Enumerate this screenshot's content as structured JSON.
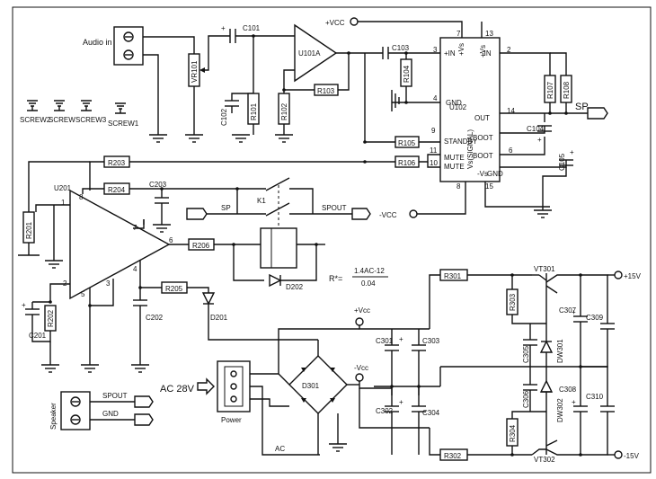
{
  "inputs": {
    "audio_in": "Audio in"
  },
  "screws": [
    "SCREW2",
    "SCREW",
    "SCREW3",
    "SCREW1"
  ],
  "rails": {
    "pos_vcc": "+VCC",
    "neg_vcc": "-VCC",
    "pos_vcc_small": "+Vcc",
    "neg_vcc_small": "-Vcc",
    "pos15": "+15V",
    "neg15": "-15V"
  },
  "parts": {
    "vr101": "VR101",
    "c101": "C101",
    "u101a": "U101A",
    "c102": "C102",
    "r101": "R101",
    "r102": "R102",
    "r103": "R103",
    "c103": "C103",
    "r104": "R104",
    "u102": "U102",
    "r105": "R105",
    "r106": "R106",
    "r107": "R107",
    "r108": "R108",
    "c104": "C104",
    "c105": "C105",
    "u201": "U201",
    "r201": "R201",
    "r202": "R202",
    "c201": "C201",
    "r203": "R203",
    "r204": "R204",
    "c203": "C203",
    "r205": "R205",
    "c202": "C202",
    "r206": "R206",
    "d201": "D201",
    "d202": "D202",
    "k1": "K1",
    "d301": "D301",
    "c301": "C301",
    "c302": "C302",
    "c303": "C303",
    "c304": "C304",
    "r301": "R301",
    "r302": "R302",
    "r303": "R303",
    "r304": "R304",
    "c305": "C305",
    "c306": "C306",
    "c307": "C307",
    "c308": "C308",
    "c309": "C309",
    "c310": "C310",
    "vt301": "VT301",
    "vt302": "VT302",
    "dw301": "DW301",
    "dw302": "DW302"
  },
  "u102_pins": {
    "in_pos": "+IN",
    "vs": "+Vs",
    "in_neg": "-IN",
    "gnd": "GND",
    "out": "OUT",
    "boot1": "BOOT",
    "boot2": "BOOT",
    "standby": "STANDBY",
    "mute": "MUTE",
    "mute2": "MUTE",
    "vs_signal": "Vs(SIGNAL)",
    "vs_neg": "-Vs",
    "gnd2": "GND"
  },
  "pin_numbers": [
    "3",
    "7",
    "13",
    "2",
    "4",
    "14",
    "9",
    "6",
    "11",
    "10",
    "8",
    "15",
    "1",
    "1",
    "8",
    "7",
    "6",
    "5",
    "3",
    "4",
    "2"
  ],
  "nets": {
    "sp": "SP",
    "spout": "SPOUT",
    "ac": "AC"
  },
  "speaker": {
    "label": "Speaker",
    "spout": "SPOUT",
    "gnd": "GND"
  },
  "power": {
    "ac_label": "AC  28V",
    "label": "Power"
  },
  "formula": {
    "lhs": "R*=",
    "numerator": "1.4AC-12",
    "denominator": "0.04"
  }
}
